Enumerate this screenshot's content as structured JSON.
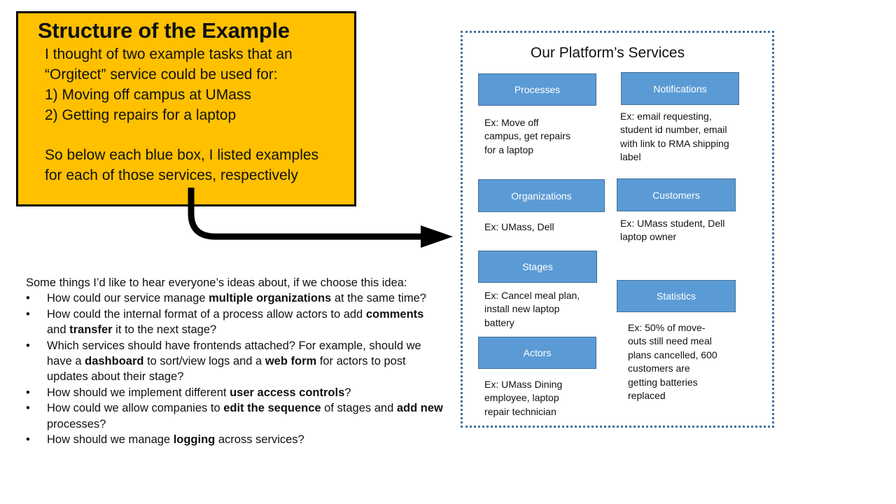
{
  "callout": {
    "title": "Structure of the Example",
    "lines": [
      "I thought of two example tasks that an",
      "“Orgitect” service could be used for:",
      "1) Moving off campus at UMass",
      "2) Getting repairs for a laptop",
      "So below each blue box, I listed examples",
      "for each of those services, respectively"
    ]
  },
  "discussion": {
    "intro": "Some things I’d like to hear everyone’s ideas about, if we choose this idea:",
    "bullet_char": "•",
    "items": [
      {
        "pre": "How could our service manage ",
        "bold": "multiple organizations",
        "post": " at the same time?"
      },
      {
        "pre": "How could the internal format of a process allow actors to add ",
        "bold": "comments",
        "mid": " and ",
        "bold2": "transfer",
        "post": " it to the next stage?"
      },
      {
        "pre": "Which services should have frontends attached? For example, should we have a ",
        "bold": "dashboard",
        "mid": " to sort/view logs and a ",
        "bold2": "web form",
        "post": " for actors to post updates about their stage?"
      },
      {
        "pre": "How should we implement different ",
        "bold": "user access controls",
        "post": "?"
      },
      {
        "pre": "How could we allow companies to ",
        "bold": "edit the sequence",
        "mid": " of stages and ",
        "bold2": "add new",
        "post": " processes?"
      },
      {
        "pre": "How should we manage ",
        "bold": "logging",
        "post": " across services?"
      }
    ]
  },
  "services": {
    "title": "Our Platform’s Services",
    "processes": {
      "label": "Processes",
      "desc": [
        "Ex: Move off",
        "campus, get repairs",
        "for a laptop"
      ]
    },
    "notifications": {
      "label": "Notifications",
      "desc": [
        "Ex: email requesting,",
        "student id number, email",
        "with link to RMA shipping",
        "label"
      ]
    },
    "organizations": {
      "label": "Organizations",
      "desc": [
        "Ex: UMass, Dell"
      ]
    },
    "customers": {
      "label": "Customers",
      "desc": [
        "Ex: UMass student, Dell",
        "laptop owner"
      ]
    },
    "stages": {
      "label": "Stages",
      "desc": [
        "Ex: Cancel meal plan,",
        "install new laptop",
        "battery"
      ]
    },
    "statistics": {
      "label": "Statistics",
      "desc": [
        "Ex: 50% of move-",
        "outs still need meal",
        "plans cancelled, 600",
        "customers are",
        "getting batteries",
        "replaced"
      ]
    },
    "actors": {
      "label": "Actors",
      "desc": [
        "Ex: UMass Dining",
        "employee,  laptop",
        "repair technician"
      ]
    }
  },
  "colors": {
    "callout_fill": "#ffc000",
    "service_box_fill": "#5b9bd5",
    "service_box_border": "#41719c",
    "panel_border": "#41719c"
  }
}
